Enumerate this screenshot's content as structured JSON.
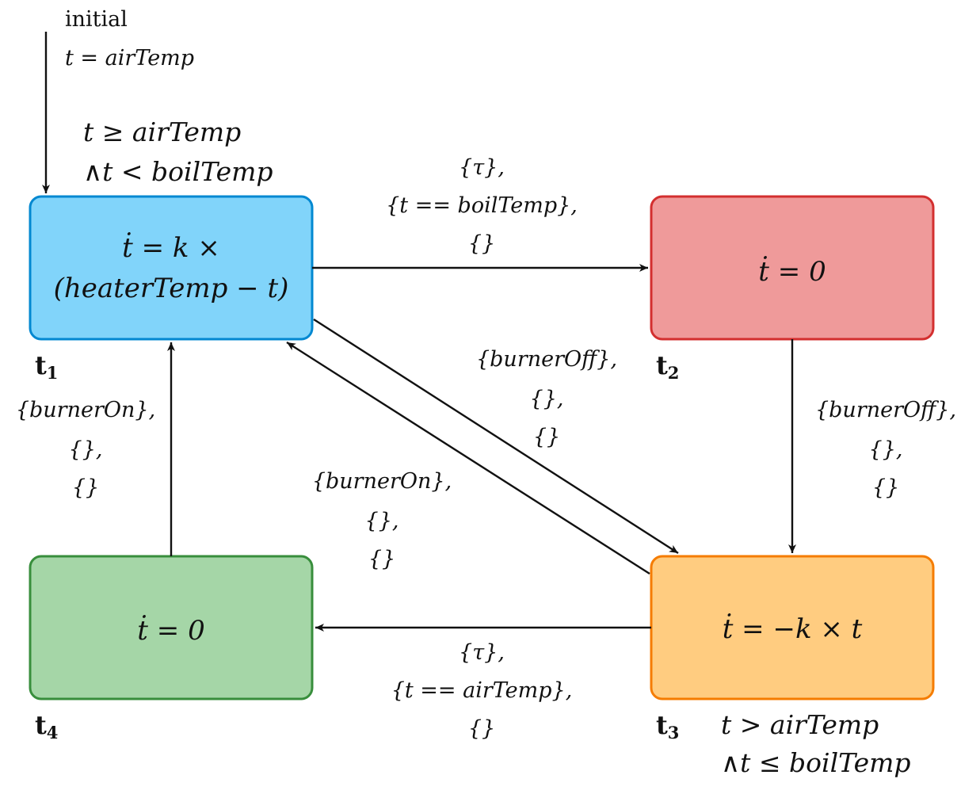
{
  "initial": {
    "label": "initial",
    "assignment": "t = airTemp"
  },
  "colors": {
    "t1_fill": "#81d4fa",
    "t1_stroke": "#0288d1",
    "t2_fill": "#ef9a9a",
    "t2_stroke": "#d32f2f",
    "t3_fill": "#ffcc80",
    "t3_stroke": "#f57c00",
    "t4_fill": "#a5d6a7",
    "t4_stroke": "#388e3c"
  },
  "states": {
    "t1": {
      "name": "t",
      "sub": "1",
      "flow_line1": "ṫ = k ×",
      "flow_line2": "(heaterTemp − t)",
      "invariant_line1": "t ≥ airTemp",
      "invariant_line2": "∧t < boilTemp"
    },
    "t2": {
      "name": "t",
      "sub": "2",
      "flow": "ṫ = 0"
    },
    "t3": {
      "name": "t",
      "sub": "3",
      "flow": "ṫ = −k × t",
      "invariant_line1": "t > airTemp",
      "invariant_line2": "∧t ≤ boilTemp"
    },
    "t4": {
      "name": "t",
      "sub": "4",
      "flow": "ṫ = 0"
    }
  },
  "transitions": {
    "t1_t2": {
      "line1": "{τ},",
      "line2": "{t == boilTemp},",
      "line3": "{}"
    },
    "t1_t3": {
      "line1": "{burnerOff},",
      "line2": "{},",
      "line3": "{}"
    },
    "t2_t3": {
      "line1": "{burnerOff},",
      "line2": "{},",
      "line3": "{}"
    },
    "t3_t1": {
      "line1": "{burnerOn},",
      "line2": "{},",
      "line3": "{}"
    },
    "t3_t4": {
      "line1": "{τ},",
      "line2": "{t == airTemp},",
      "line3": "{}"
    },
    "t4_t1": {
      "line1": "{burnerOn},",
      "line2": "{},",
      "line3": "{}"
    }
  }
}
